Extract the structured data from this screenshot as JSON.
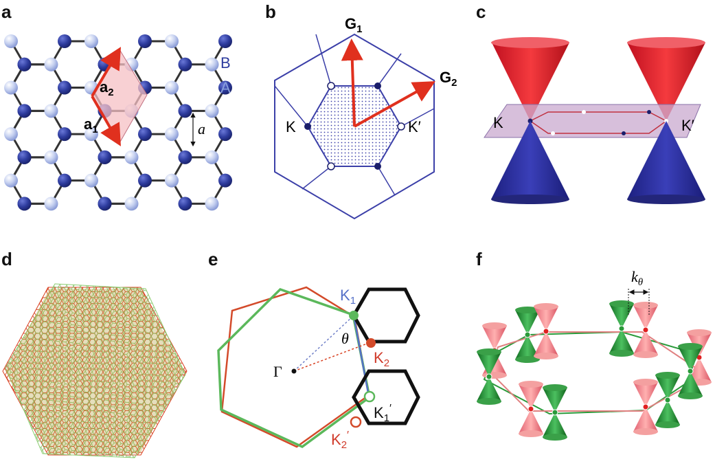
{
  "panels": {
    "a": {
      "label": "a",
      "sublattice_b": "B",
      "sublattice_a": "A",
      "vec1": "a",
      "vec1_sub": "1",
      "vec2": "a",
      "vec2_sub": "2",
      "lattice_const": "a"
    },
    "b": {
      "label": "b",
      "g1": "G",
      "g1_sub": "1",
      "g2": "G",
      "g2_sub": "2",
      "k": "K",
      "kprime": "K′"
    },
    "c": {
      "label": "c",
      "k": "K",
      "kprime": "K′"
    },
    "d": {
      "label": "d"
    },
    "e": {
      "label": "e",
      "gamma": "Γ",
      "theta": "θ",
      "k1": "K",
      "k1_sub": "1",
      "k2": "K",
      "k2_sub": "2",
      "k1p": "K",
      "k1p_sub": "1",
      "k1p_prime": "′",
      "k2p": "K",
      "k2p_sub": "2",
      "k2p_prime": "′"
    },
    "f": {
      "label": "f",
      "ktheta": "k",
      "ktheta_sub": "θ"
    }
  },
  "colors": {
    "atom_b": "#2e3c9e",
    "atom_a": "#aebde8",
    "bond": "#333333",
    "vector_red": "#e0301e",
    "cell_fill": "#f6c0c4",
    "bz_line": "#3b3fa8",
    "cone_red": "#e8262e",
    "cone_blue": "#2b2f9c",
    "plane": "#c9a9cf",
    "layer_red": "#d34a2a",
    "layer_green": "#5bb85b",
    "label_blue": "#5570c8",
    "label_red": "#d03a2a",
    "cone_pink": "#f08080",
    "cone_green": "#2a9a3a"
  }
}
